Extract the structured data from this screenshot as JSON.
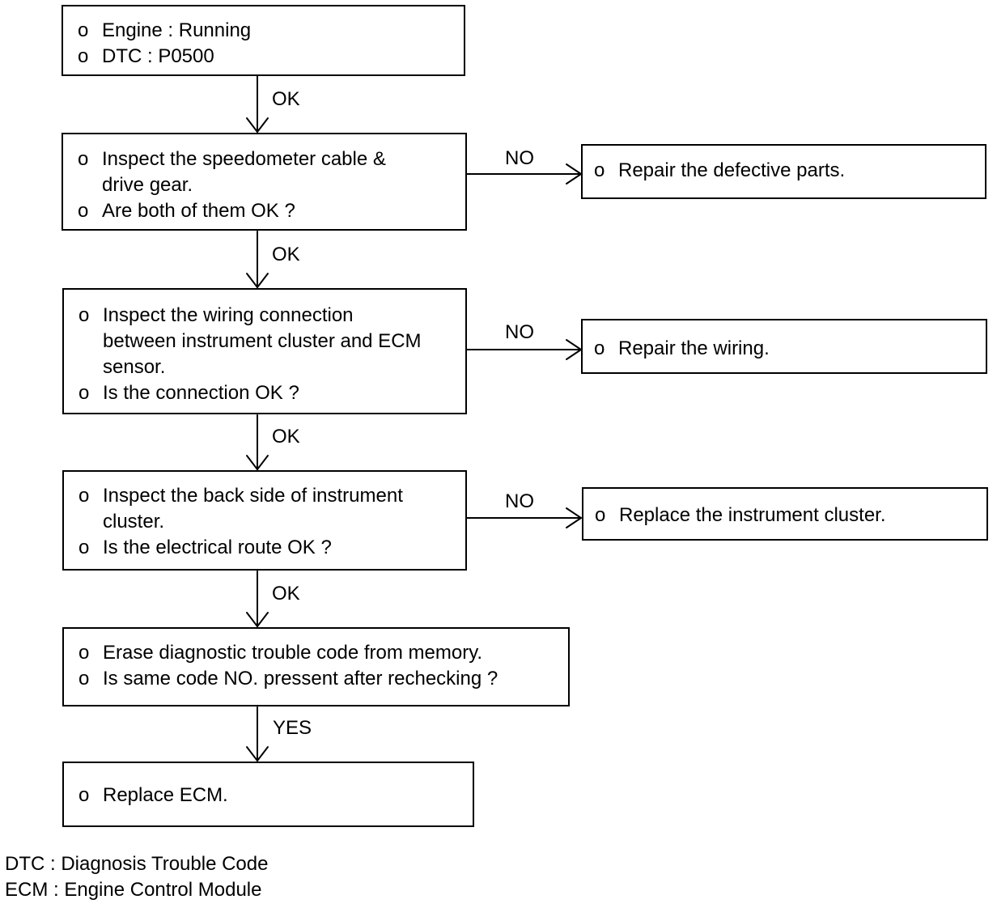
{
  "steps": [
    {
      "lines": [
        {
          "bullet": "o",
          "text": "Engine : Running"
        },
        {
          "bullet": "o",
          "text": "DTC : P0500"
        }
      ]
    },
    {
      "lines": [
        {
          "bullet": "o",
          "text": "Inspect the speedometer cable &"
        },
        {
          "bullet": "",
          "text": "drive gear."
        },
        {
          "bullet": "o",
          "text": "Are both of them OK ?"
        }
      ]
    },
    {
      "lines": [
        {
          "bullet": "o",
          "text": "Inspect the wiring connection"
        },
        {
          "bullet": "",
          "text": "between instrument cluster and ECM"
        },
        {
          "bullet": "",
          "text": "sensor."
        },
        {
          "bullet": "o",
          "text": "Is the connection OK ?"
        }
      ]
    },
    {
      "lines": [
        {
          "bullet": "o",
          "text": "Inspect the back side of instrument"
        },
        {
          "bullet": "",
          "text": "cluster."
        },
        {
          "bullet": "o",
          "text": "Is the electrical route OK ?"
        }
      ]
    },
    {
      "lines": [
        {
          "bullet": "o",
          "text": "Erase diagnostic trouble code from memory."
        },
        {
          "bullet": "o",
          "text": "Is same code NO. pressent after rechecking ?"
        }
      ]
    },
    {
      "lines": [
        {
          "bullet": "o",
          "text": "Replace ECM."
        }
      ]
    }
  ],
  "actions": [
    {
      "bullet": "o",
      "text": "Repair the defective parts."
    },
    {
      "bullet": "o",
      "text": "Repair the wiring."
    },
    {
      "bullet": "o",
      "text": "Replace the instrument cluster."
    }
  ],
  "down_labels": [
    "OK",
    "OK",
    "OK",
    "OK",
    "YES"
  ],
  "side_labels": [
    "NO",
    "NO",
    "NO"
  ],
  "footnotes": [
    "DTC : Diagnosis Trouble Code",
    "ECM : Engine Control Module"
  ]
}
